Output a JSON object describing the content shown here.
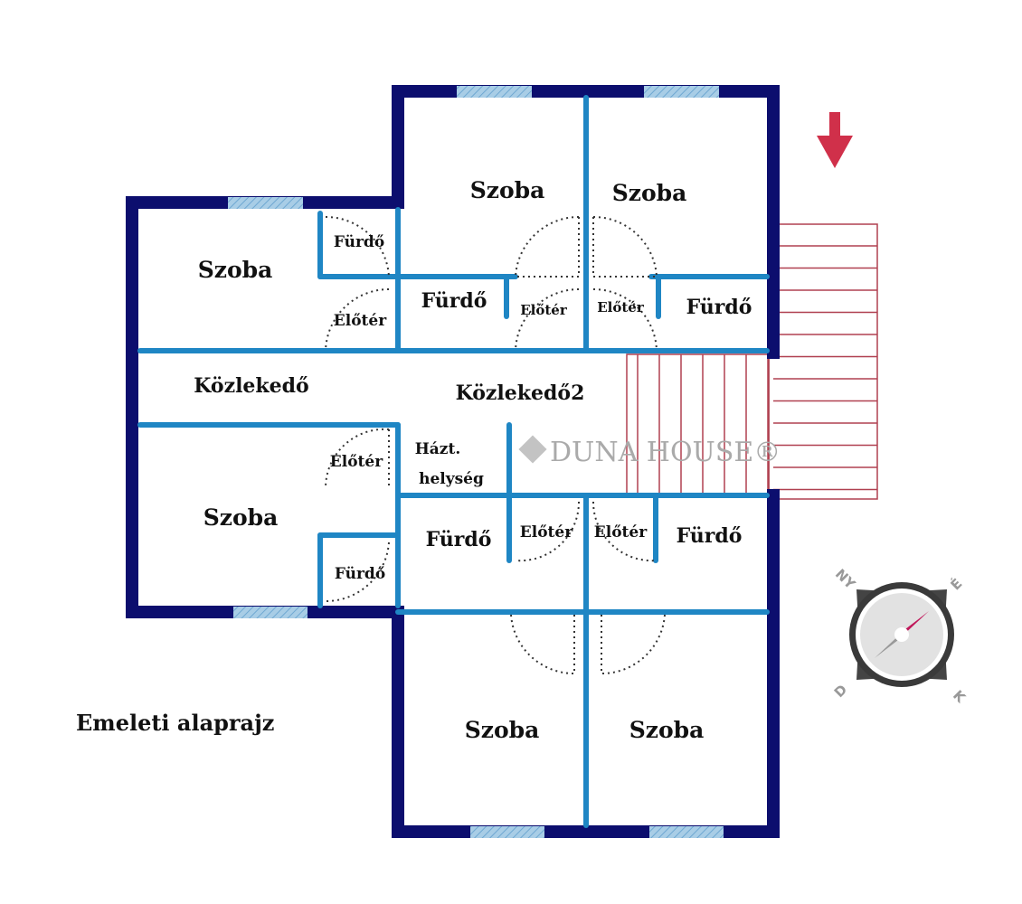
{
  "title": "Emeleti alaprajz",
  "rooms": {
    "szoba_top1": "Szoba",
    "szoba_top2": "Szoba",
    "szoba_left_top": "Szoba",
    "szoba_left_bottom": "Szoba",
    "szoba_bottom1": "Szoba",
    "szoba_bottom2": "Szoba",
    "furdo_small_top": "Fürdő",
    "furdo_top1": "Fürdő",
    "furdo_top2": "Fürdő",
    "furdo_small_bottom": "Fürdő",
    "furdo_bottom1": "Fürdő",
    "furdo_bottom2": "Fürdő",
    "eloter_1": "Előtér",
    "eloter_2": "Előtér",
    "eloter_3": "Előtér",
    "eloter_4": "Előtér",
    "eloter_5": "Előtér",
    "eloter_6": "Előtér",
    "kozleked_1": "Közlekedő",
    "kozleked_2": "Közlekedő2",
    "haztartasi_1": "Házt.",
    "haztartasi_2": "helység"
  },
  "watermark": "DUNA HOUSE®",
  "compass": {
    "nw": "NY",
    "ne": "É",
    "sw": "D",
    "se": "K"
  },
  "colors": {
    "outer_wall": "#0c0e6e",
    "inner_wall": "#1f86c4",
    "stairs": "#b04050",
    "arrow": "#d0304a"
  }
}
